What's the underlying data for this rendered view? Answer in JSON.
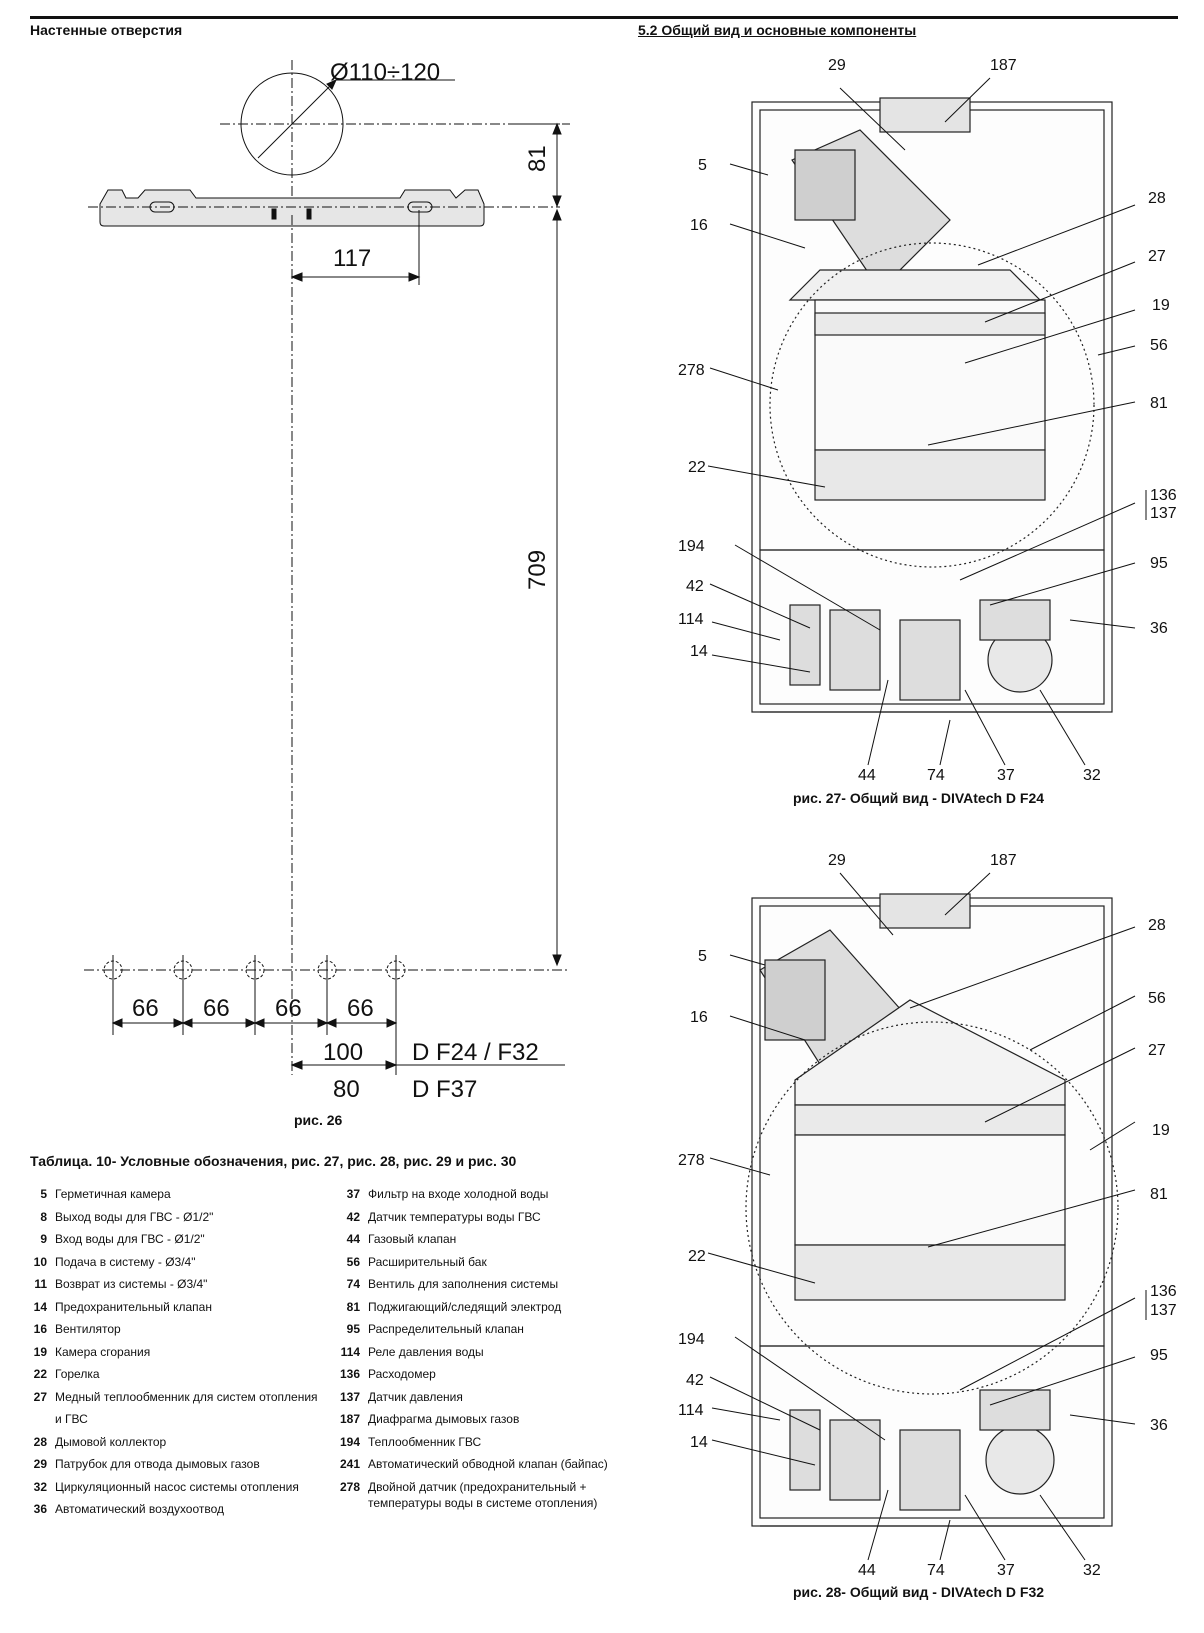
{
  "left_header": "Настенные отверстия",
  "right_header": "5.2 Общий вид и основные компоненты",
  "wall_drawing": {
    "diameter_label": "Ø110÷120",
    "dim_81": "81",
    "dim_117": "117",
    "dim_709": "709",
    "dims_66": [
      "66",
      "66",
      "66",
      "66"
    ],
    "dim_100": "100",
    "label_df24_f32": "D F24 / F32",
    "dim_80": "80",
    "label_df37": "D F37",
    "caption": "рис. 26"
  },
  "figure27": {
    "caption": "рис. 27- Общий вид - DIVAtech D F24",
    "callouts": [
      "29",
      "187",
      "5",
      "28",
      "16",
      "27",
      "19",
      "56",
      "278",
      "81",
      "22",
      "136",
      "137",
      "194",
      "95",
      "42",
      "114",
      "36",
      "14",
      "44",
      "74",
      "37",
      "32"
    ]
  },
  "figure28": {
    "caption": "рис. 28- Общий вид - DIVAtech D F32",
    "callouts": [
      "29",
      "187",
      "5",
      "28",
      "56",
      "16",
      "27",
      "19",
      "278",
      "81",
      "22",
      "136",
      "137",
      "194",
      "95",
      "42",
      "114",
      "36",
      "14",
      "44",
      "74",
      "37",
      "32"
    ]
  },
  "table": {
    "title": "Таблица. 10- Условные обозначения, рис. 27, рис. 28, рис. 29 и рис. 30",
    "left": [
      {
        "num": "5",
        "text": "Герметичная камера"
      },
      {
        "num": "8",
        "text": "Выход воды для ГВС - Ø1/2\""
      },
      {
        "num": "9",
        "text": "Вход воды для ГВС - Ø1/2\""
      },
      {
        "num": "10",
        "text": "Подача в систему - Ø3/4\""
      },
      {
        "num": "11",
        "text": "Возврат из системы - Ø3/4\""
      },
      {
        "num": "14",
        "text": "Предохранительный клапан"
      },
      {
        "num": "16",
        "text": "Вентилятор"
      },
      {
        "num": "19",
        "text": "Камера сгорания"
      },
      {
        "num": "22",
        "text": "Горелка"
      },
      {
        "num": "27",
        "text": "Медный теплообменник для систем отопления и ГВС"
      },
      {
        "num": "28",
        "text": "Дымовой коллектор"
      },
      {
        "num": "29",
        "text": "Патрубок для отвода дымовых газов"
      },
      {
        "num": "32",
        "text": "Циркуляционный насос системы отопления"
      },
      {
        "num": "36",
        "text": "Автоматический воздухоотвод"
      }
    ],
    "right": [
      {
        "num": "37",
        "text": "Фильтр на входе холодной воды"
      },
      {
        "num": "42",
        "text": "Датчик температуры воды ГВС"
      },
      {
        "num": "44",
        "text": "Газовый клапан"
      },
      {
        "num": "56",
        "text": "Расширительный бак"
      },
      {
        "num": "74",
        "text": "Вентиль для заполнения системы"
      },
      {
        "num": "81",
        "text": "Поджигающий/следящий электрод"
      },
      {
        "num": "95",
        "text": "Распределительный клапан"
      },
      {
        "num": "114",
        "text": "Реле давления воды"
      },
      {
        "num": "136",
        "text": "Расходомер"
      },
      {
        "num": "137",
        "text": "Датчик давления"
      },
      {
        "num": "187",
        "text": "Диафрагма дымовых газов"
      },
      {
        "num": "194",
        "text": "Теплообменник ГВС"
      },
      {
        "num": "241",
        "text": "Автоматический обводной клапан (байпас)"
      },
      {
        "num": "278",
        "text": "Двойной датчик (предохранительный + температуры воды в системе отопления)"
      }
    ]
  }
}
